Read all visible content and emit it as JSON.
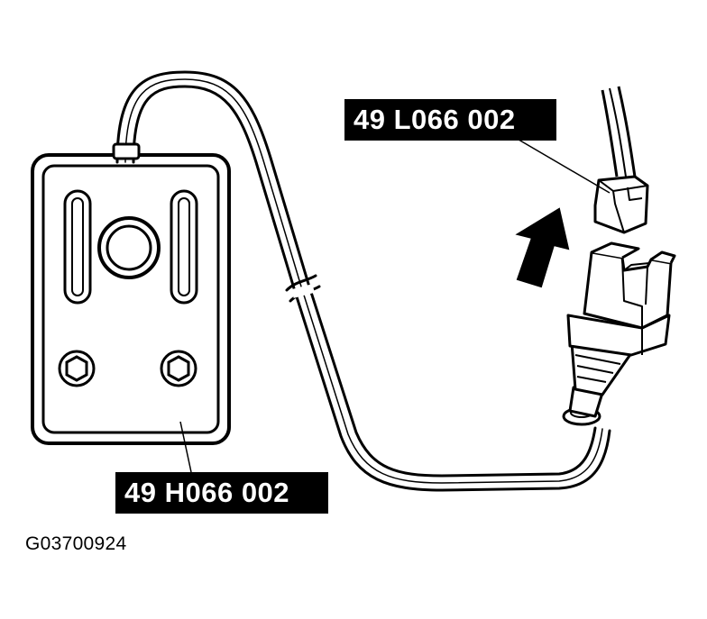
{
  "callouts": {
    "top_part_number": "49 L066 002",
    "bottom_part_number": "49 H066 002"
  },
  "figure_code": "G03700924",
  "colors": {
    "line": "#000000",
    "background": "#ffffff",
    "label_background": "#000000",
    "label_text": "#ffffff"
  }
}
